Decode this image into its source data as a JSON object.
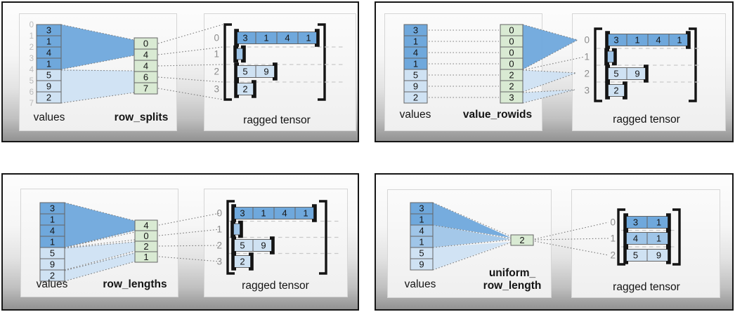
{
  "colors": {
    "dark_blue": "#6fa8dc",
    "medium_blue": "#9fc5e8",
    "light_blue": "#cfe2f3",
    "green": "#d9ead3"
  },
  "panel1": {
    "values_label": "values",
    "param_label": "row_splits",
    "tensor_label": "ragged tensor",
    "indices": [
      "0",
      "1",
      "2",
      "3",
      "4",
      "5",
      "6",
      "7"
    ],
    "values": [
      "3",
      "1",
      "4",
      "1",
      "5",
      "9",
      "2"
    ],
    "param": [
      "0",
      "4",
      "4",
      "6",
      "7"
    ],
    "row_indices": [
      "0",
      "1",
      "2",
      "3"
    ],
    "rows": {
      "r0": [
        "3",
        "1",
        "4",
        "1"
      ],
      "r2": [
        "5",
        "9"
      ],
      "r3": [
        "2"
      ]
    }
  },
  "panel2": {
    "values_label": "values",
    "param_label": "value_rowids",
    "tensor_label": "ragged tensor",
    "values": [
      "3",
      "1",
      "4",
      "1",
      "5",
      "9",
      "2"
    ],
    "param": [
      "0",
      "0",
      "0",
      "0",
      "2",
      "2",
      "3"
    ],
    "row_indices": [
      "0",
      "1",
      "2",
      "3"
    ],
    "rows": {
      "r0": [
        "3",
        "1",
        "4",
        "1"
      ],
      "r2": [
        "5",
        "9"
      ],
      "r3": [
        "2"
      ]
    }
  },
  "panel3": {
    "values_label": "values",
    "param_label": "row_lengths",
    "tensor_label": "ragged tensor",
    "values": [
      "3",
      "1",
      "4",
      "1",
      "5",
      "9",
      "2"
    ],
    "param": [
      "4",
      "0",
      "2",
      "1"
    ],
    "row_indices": [
      "0",
      "1",
      "2",
      "3"
    ],
    "rows": {
      "r0": [
        "3",
        "1",
        "4",
        "1"
      ],
      "r2": [
        "5",
        "9"
      ],
      "r3": [
        "2"
      ]
    }
  },
  "panel4": {
    "values_label": "values",
    "param_label_line1": "uniform_",
    "param_label_line2": "row_length",
    "tensor_label": "ragged tensor",
    "values": [
      "3",
      "1",
      "4",
      "1",
      "5",
      "9"
    ],
    "param": [
      "2"
    ],
    "row_indices": [
      "0",
      "1",
      "2"
    ],
    "rows": {
      "r0": [
        "3",
        "1"
      ],
      "r1": [
        "4",
        "1"
      ],
      "r2": [
        "5",
        "9"
      ]
    }
  }
}
